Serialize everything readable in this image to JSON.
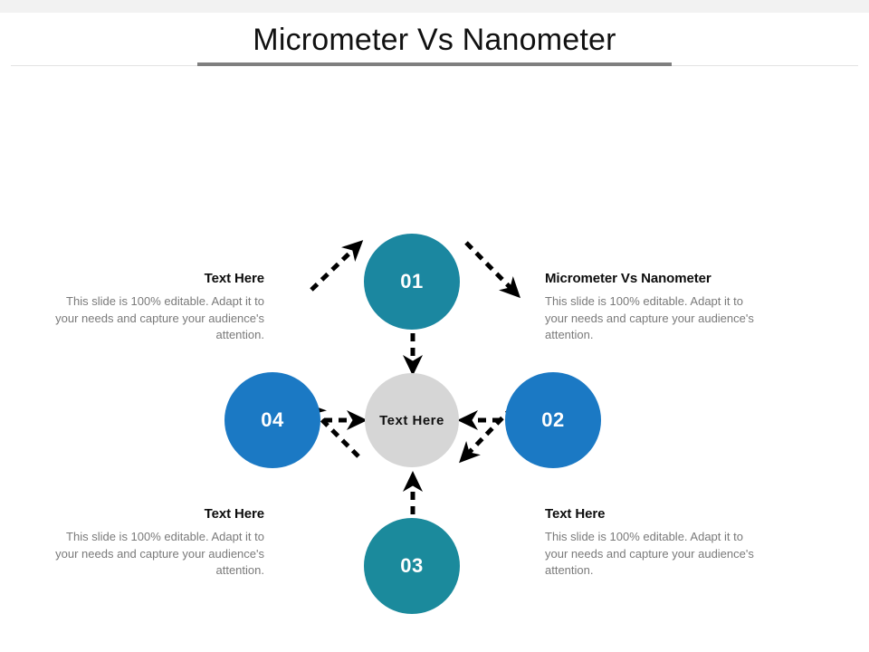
{
  "slide": {
    "title": "Micrometer Vs Nanometer",
    "accent_rule_color": "#7f7f7f",
    "background": "#ffffff"
  },
  "diagram": {
    "center": {
      "label": "Text Here",
      "color": "#d6d6d6"
    },
    "nodes": [
      {
        "id": "01",
        "label": "01",
        "color": "#1b87a0"
      },
      {
        "id": "02",
        "label": "02",
        "color": "#1b79c4"
      },
      {
        "id": "03",
        "label": "03",
        "color": "#1b8a9c"
      },
      {
        "id": "04",
        "label": "04",
        "color": "#1b79c4"
      }
    ]
  },
  "text_blocks": {
    "top_left": {
      "heading": "Text Here",
      "body": "This slide is 100% editable.  Adapt it to your needs and capture your audience's attention."
    },
    "top_right": {
      "heading": "Micrometer Vs Nanometer",
      "body": "This slide is 100% editable.  Adapt it to your needs and capture your audience's attention."
    },
    "bottom_left": {
      "heading": "Text Here",
      "body": "This slide is 100% editable.  Adapt it to your needs and capture your audience's attention."
    },
    "bottom_right": {
      "heading": "Text Here",
      "body": "This slide is 100% editable.  Adapt it to your needs and capture your audience's attention."
    }
  }
}
